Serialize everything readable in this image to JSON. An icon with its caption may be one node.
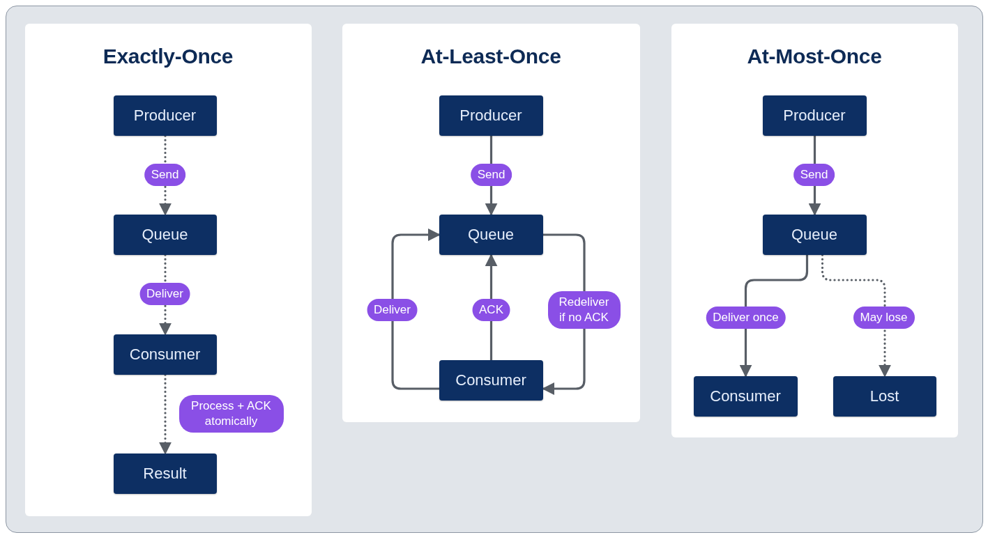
{
  "diagram": {
    "nodes": [
      {
        "text": [
          "Exactly-Once"
        ]
      },
      {
        "text": [
          "Producer"
        ],
        "in": 0
      },
      {
        "text": [
          "Queue"
        ],
        "in": 0
      },
      {
        "text": [
          "Consumer"
        ],
        "in": 0
      },
      {
        "text": [
          "Result"
        ],
        "in": 0
      },
      {
        "text": [
          "At-Least-Once"
        ]
      },
      {
        "text": [
          "Producer"
        ],
        "in": 5
      },
      {
        "text": [
          "Queue"
        ],
        "in": 5
      },
      {
        "text": [
          "Consumer"
        ],
        "in": 5
      },
      {
        "text": [
          "At-Most-Once"
        ]
      },
      {
        "text": [
          "Producer"
        ],
        "in": 9
      },
      {
        "text": [
          "Queue"
        ],
        "in": 9
      },
      {
        "text": [
          "Consumer"
        ],
        "in": 9
      },
      {
        "text": [
          "Lost"
        ],
        "in": 9
      }
    ],
    "edges": [
      {
        "from": 1,
        "to": 2,
        "arrow": "to",
        "label": "Send",
        "style": "dashed"
      },
      {
        "from": 2,
        "to": 3,
        "arrow": "to",
        "label": "Deliver",
        "style": "dashed"
      },
      {
        "from": 3,
        "to": 4,
        "arrow": "to",
        "label": "Process + ACK atomically",
        "style": "dashed"
      },
      {
        "from": 6,
        "to": 7,
        "arrow": "to",
        "label": "Send"
      },
      {
        "from": 8,
        "to": 7,
        "arrow": "to",
        "label": "Deliver"
      },
      {
        "from": 8,
        "to": 7,
        "arrow": "to",
        "label": "ACK"
      },
      {
        "from": 7,
        "to": 8,
        "arrow": "to",
        "label": "Redeliver if no ACK"
      },
      {
        "from": 10,
        "to": 11,
        "arrow": "to",
        "label": "Send"
      },
      {
        "from": 11,
        "to": 12,
        "arrow": "to",
        "label": "Deliver once"
      },
      {
        "from": 11,
        "to": 13,
        "arrow": "to",
        "label": "May lose",
        "style": "dashed"
      }
    ]
  }
}
